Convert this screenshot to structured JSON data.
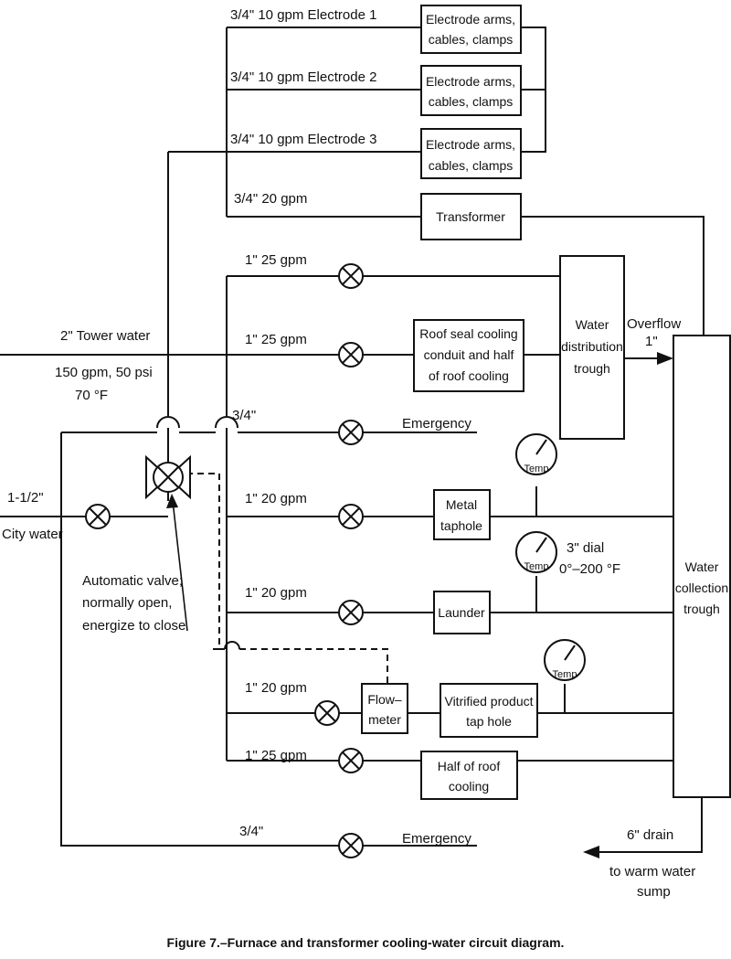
{
  "lines": {
    "electrode_1": "3/4\" 10 gpm Electrode 1",
    "electrode_2": "3/4\" 10 gpm Electrode 2",
    "electrode_3": "3/4\" 10 gpm Electrode 3",
    "transformer_line": "3/4\" 20 gpm",
    "line_1in_25_a": "1\" 25 gpm",
    "line_1in_25_b": "1\" 25 gpm",
    "emergency_upper_size": "3/4\"",
    "line_1in_20_a": "1\" 20 gpm",
    "line_1in_20_b": "1\" 20 gpm",
    "line_1in_20_c": "1\" 20 gpm",
    "line_1in_25_c": "1\" 25 gpm",
    "emergency_lower_size": "3/4\""
  },
  "sources": {
    "tower_water": "2\"   Tower water",
    "tower_flow": "150 gpm, 50 psi",
    "tower_temp": "70 °F",
    "city_size": "1-1/2\"",
    "city_water": "City water"
  },
  "boxes": {
    "electrode_arms_l1": "Electrode arms,",
    "electrode_arms_l2": "cables, clamps",
    "transformer": "Transformer",
    "roof_seal_l1": "Roof seal cooling",
    "roof_seal_l2": "conduit and half",
    "roof_seal_l3": "of roof cooling",
    "water_dist_l1": "Water",
    "water_dist_l2": "distribution",
    "water_dist_l3": "trough",
    "metal_taphole_l1": "Metal",
    "metal_taphole_l2": "taphole",
    "launder": "Launder",
    "flowmeter_l1": "Flow–",
    "flowmeter_l2": "meter",
    "vitrified_l1": "Vitrified product",
    "vitrified_l2": "tap hole",
    "half_roof_l1": "Half of roof",
    "half_roof_l2": "cooling",
    "collection_l1": "Water",
    "collection_l2": "collection",
    "collection_l3": "trough"
  },
  "labels": {
    "emergency_upper": "Emergency",
    "emergency_lower": "Emergency",
    "overflow": "Overflow",
    "overflow_size": "1\"",
    "temp": "Temp",
    "dial_l1": "3\" dial",
    "dial_l2": "0°–200 °F",
    "auto_valve_l1": "Automatic valve;",
    "auto_valve_l2": "normally open,",
    "auto_valve_l3": "energize to close",
    "drain": "6\" drain",
    "to_sump_l1": "to warm water",
    "to_sump_l2": "sump"
  },
  "caption": "Figure 7.–Furnace and transformer cooling-water circuit diagram."
}
